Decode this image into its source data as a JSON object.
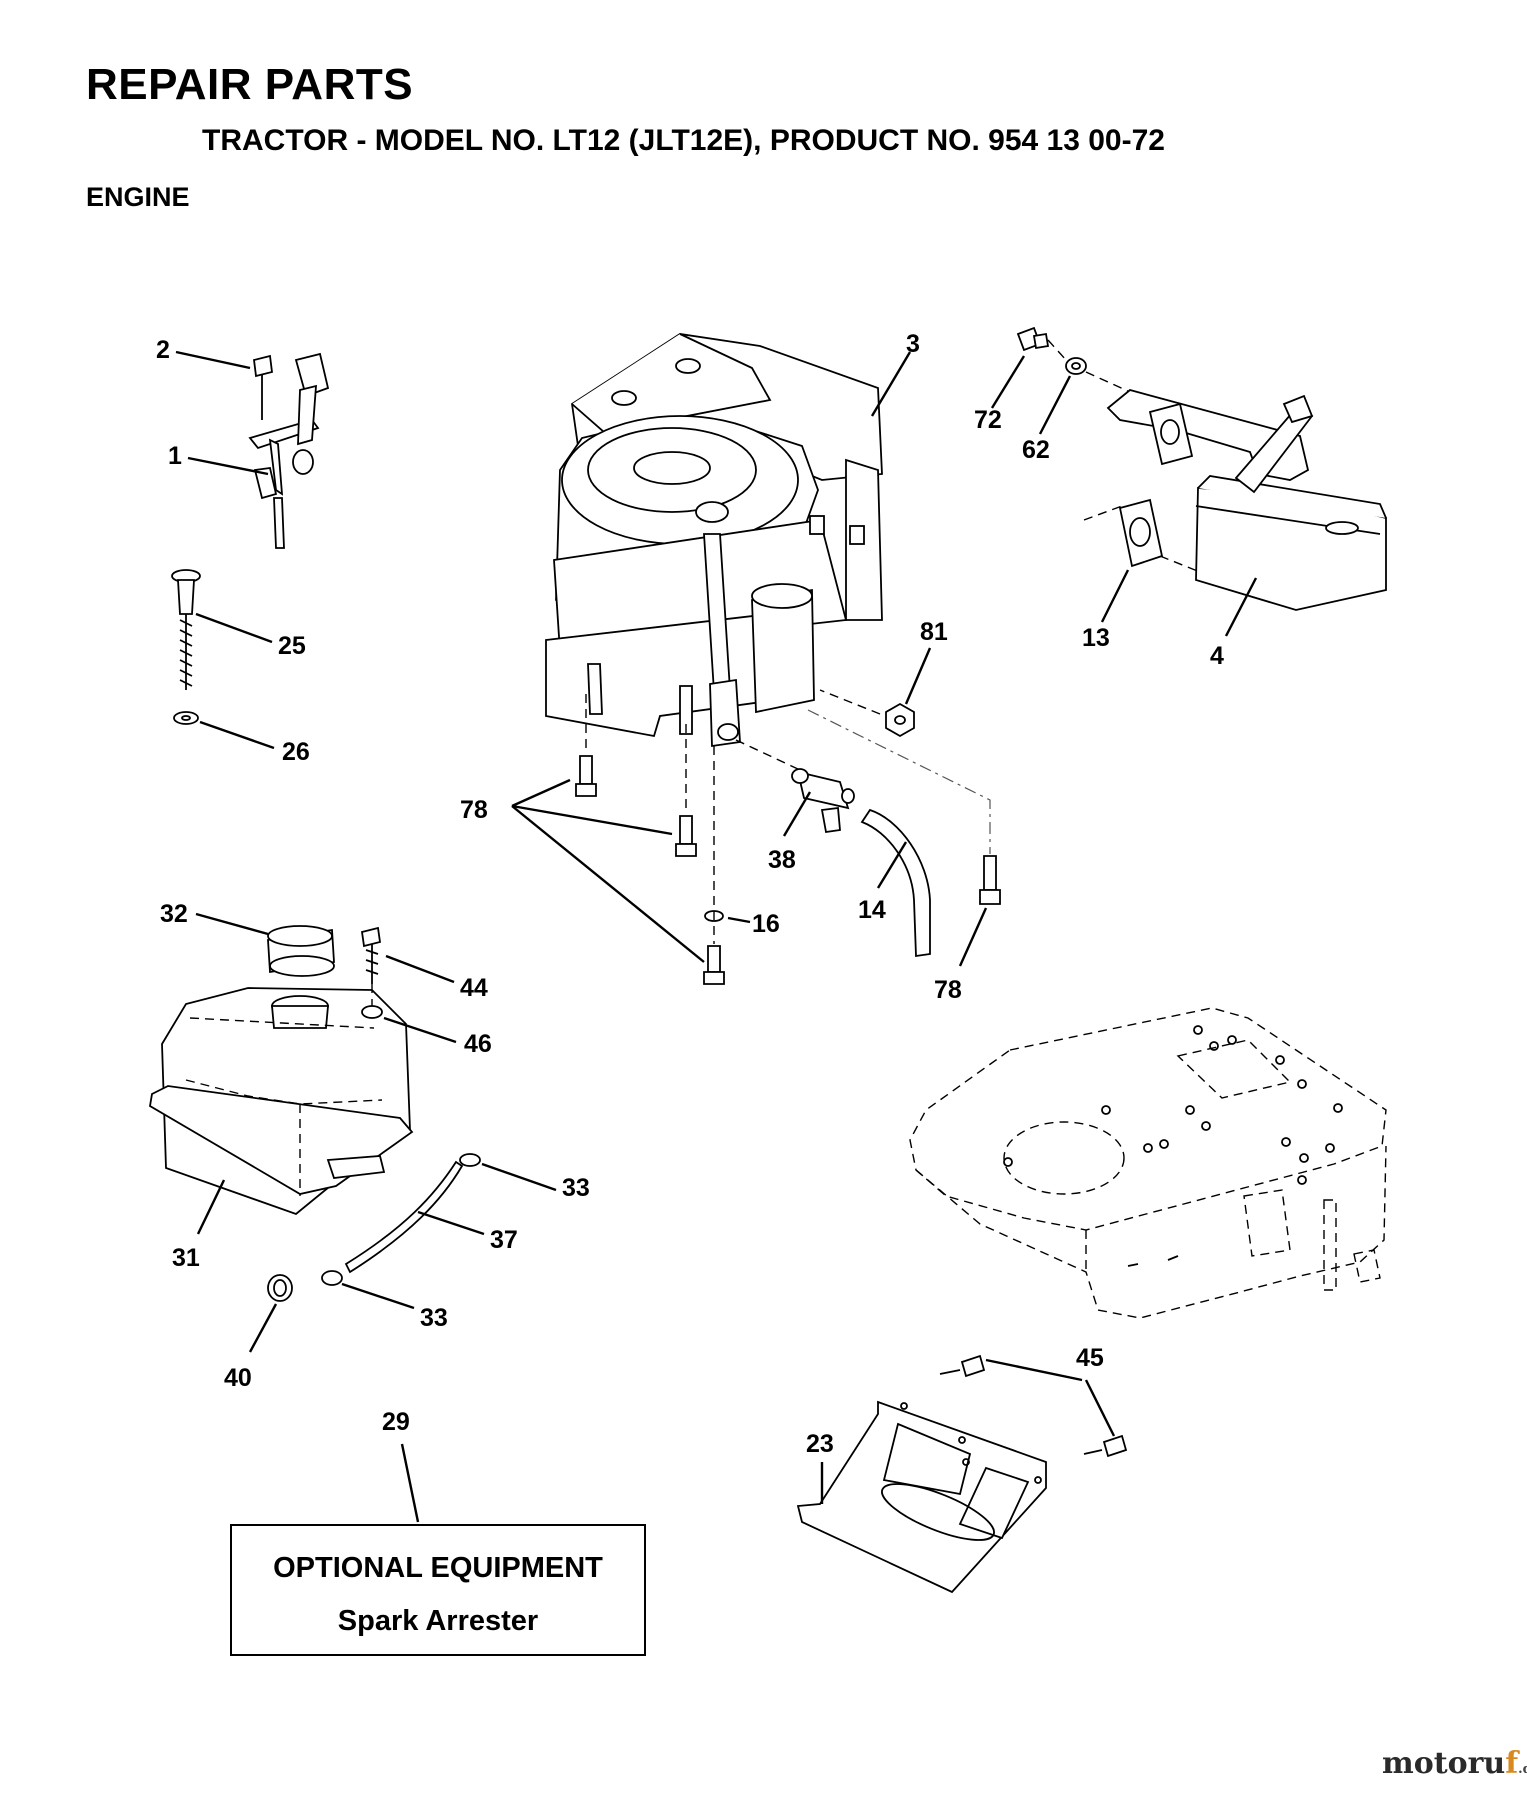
{
  "header": {
    "title": "REPAIR PARTS",
    "subtitle": "TRACTOR - MODEL NO. LT12 (JLT12E), PRODUCT NO. 954 13 00-72",
    "section": "ENGINE"
  },
  "callouts": {
    "c1": "1",
    "c2": "2",
    "c3": "3",
    "c4": "4",
    "c13": "13",
    "c14": "14",
    "c16": "16",
    "c23": "23",
    "c25": "25",
    "c26": "26",
    "c29": "29",
    "c31": "31",
    "c32": "32",
    "c33a": "33",
    "c33b": "33",
    "c37": "37",
    "c38": "38",
    "c40": "40",
    "c44": "44",
    "c45": "45",
    "c46": "46",
    "c62": "62",
    "c72": "72",
    "c78a": "78",
    "c78b": "78",
    "c81": "81"
  },
  "optional": {
    "title": "OPTIONAL EQUIPMENT",
    "item": "Spark Arrester"
  },
  "watermark": {
    "brand": "motoru",
    "accent": "f",
    "tld": ".de"
  }
}
